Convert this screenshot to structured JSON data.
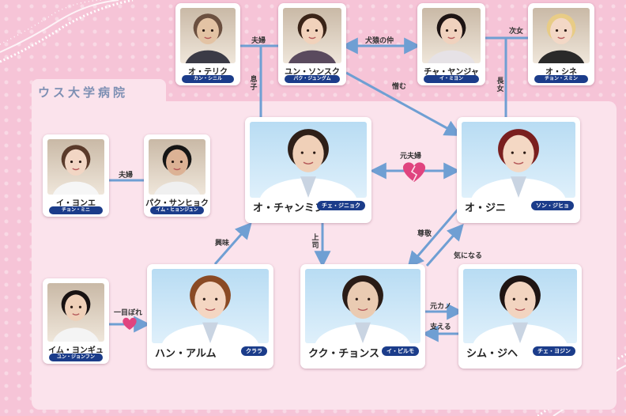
{
  "hospital": {
    "label": "ウス大学病院"
  },
  "people": {
    "oh_taekyu": {
      "name": "オ・テリク",
      "actor": "カン・シニル"
    },
    "yun_sonsuk": {
      "name": "ユン・ソンスク",
      "actor": "パク・ジュングム"
    },
    "cha_yanja": {
      "name": "チャ・ヤンジャ",
      "actor": "イ・ミヨン"
    },
    "oh_sine": {
      "name": "オ・シネ",
      "actor": "チョン・スミン"
    },
    "lee_yone": {
      "name": "イ・ヨンエ",
      "actor": "チョン・ミニ"
    },
    "park_sanhyok": {
      "name": "パク・サンヒョク",
      "actor": "イム・ヒョンジュン"
    },
    "oh_chanmin": {
      "name": "オ・チャンミン",
      "actor": "チェ・ジニョク"
    },
    "oh_jini": {
      "name": "オ・ジニ",
      "actor": "ソン・ジヒョ"
    },
    "im_yongyu": {
      "name": "イム・ヨンギュ",
      "actor": "ユン・ジョンフン"
    },
    "han_arum": {
      "name": "ハン・アルム",
      "actor": "クララ"
    },
    "kuk_chonsu": {
      "name": "クク・チョンス",
      "actor": "イ・ピルモ"
    },
    "sim_jihe": {
      "name": "シム・ジヘ",
      "actor": "チェ・ヨジン"
    }
  },
  "relations": {
    "fuufu_1": "夫婦",
    "kenen": "犬猿の仲",
    "jijo": "次女",
    "musuko": "息子",
    "nikumu": "憎む",
    "chojo": "長女",
    "moto_fuufu": "元夫婦",
    "fuufu_2": "夫婦",
    "kyomi": "興味",
    "joshi": "上司",
    "sonkei": "尊敬",
    "kininaru": "気になる",
    "hitomebore": "一目ぼれ",
    "motokano": "元カノ",
    "sasaeru": "支える"
  },
  "colors": {
    "line": "#6f9fd3",
    "pill": "#1b3c8a",
    "heart": "#e0447f",
    "panel": "#fbe3ec"
  }
}
